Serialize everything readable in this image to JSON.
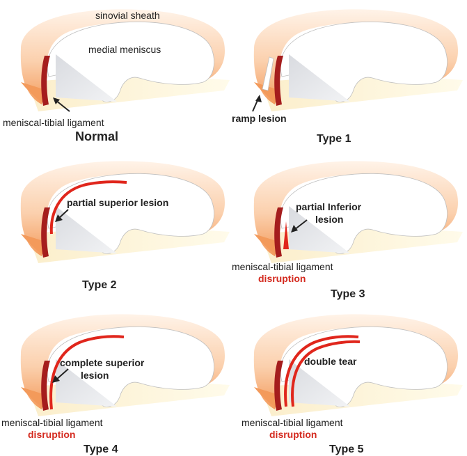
{
  "labels": {
    "sinovial_sheath": "sinovial sheath",
    "medial_meniscus": "medial meniscus",
    "meniscal_tibial_ligament": "meniscal-tibial ligament",
    "ramp_lesion": "ramp lesion",
    "partial_superior_lesion": "partial superior lesion",
    "partial_inferior_line1": "partial Inferior",
    "partial_inferior_line2": "lesion",
    "complete_superior_line1": "complete superior",
    "complete_superior_line2": "lesion",
    "double_tear": "double tear",
    "disruption": "disruption"
  },
  "panels": [
    {
      "id": "normal",
      "title": "Normal"
    },
    {
      "id": "type1",
      "title": "Type 1"
    },
    {
      "id": "type2",
      "title": "Type 2"
    },
    {
      "id": "type3",
      "title": "Type 3"
    },
    {
      "id": "type4",
      "title": "Type 4"
    },
    {
      "id": "type5",
      "title": "Type 5"
    }
  ],
  "colors": {
    "sheath_light": "#fde6d2",
    "sheath_dark": "#f3a066",
    "tibia": "#fdf6d8",
    "ligament": "#a51d1d",
    "lesion_red": "#e0261c",
    "disruption_red": "#d42a1f",
    "cartilage_grey": "#e4e6ea"
  }
}
